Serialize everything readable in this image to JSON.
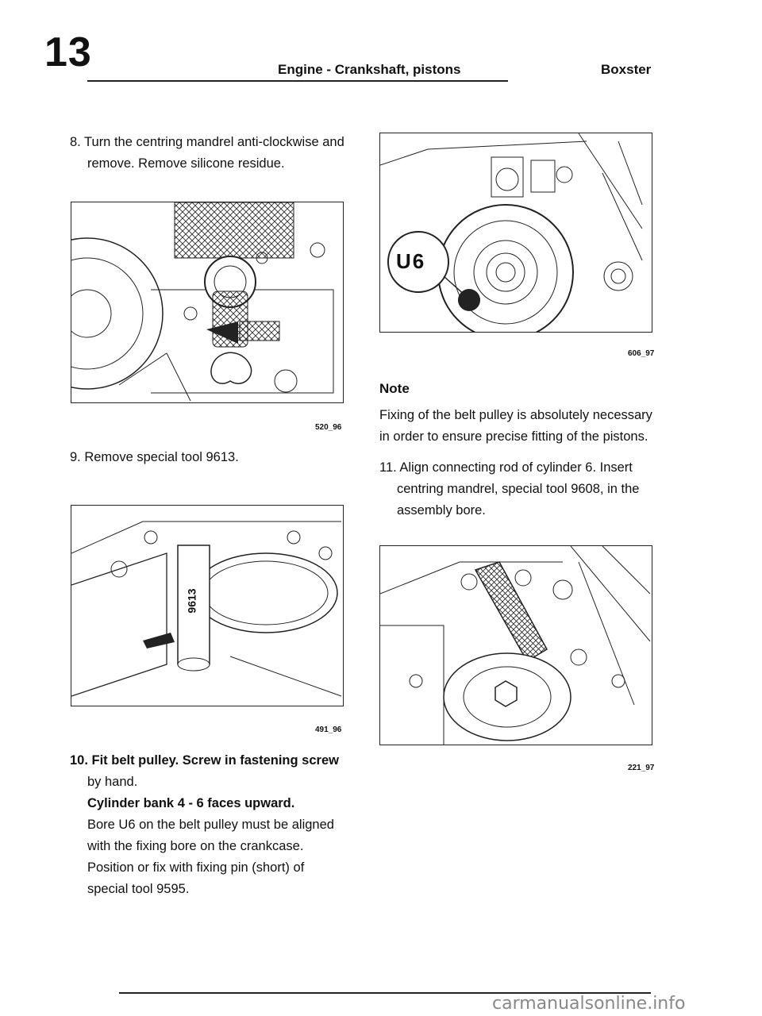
{
  "header": {
    "chapter": "13",
    "title": "Engine - Crankshaft, pistons",
    "model": "Boxster"
  },
  "left": {
    "step8": {
      "line1": "8. Turn the centring mandrel anti-clockwise and",
      "line2": "remove. Remove silicone residue."
    },
    "fig1_no": "520_96",
    "step9": "9. Remove special tool 9613.",
    "fig2_no": "491_96",
    "fig2_tool_label": "9613",
    "step10": {
      "l1": "10. Fit belt pulley. Screw in fastening screw",
      "l2": "by hand.",
      "l3": "Cylinder bank 4 - 6 faces upward.",
      "l4": "Bore U6 on the belt pulley must be aligned",
      "l5": "with the fixing bore on the crankcase.",
      "l6": "Position or fix with fixing pin (short) of",
      "l7": "special tool 9595."
    }
  },
  "right": {
    "fig3_no": "606_97",
    "fig3_label": "U6",
    "note_title": "Note",
    "note_l1": "Fixing of the belt pulley is absolutely necessary",
    "note_l2": "in order to ensure precise fitting of the pistons.",
    "step11": {
      "l1": "11. Align connecting rod of cylinder 6. Insert",
      "l2": "centring mandrel, special tool 9608, in the",
      "l3": "assembly bore."
    },
    "fig4_no": "221_97"
  },
  "footer": {
    "watermark": "carmanualsonline.info"
  }
}
